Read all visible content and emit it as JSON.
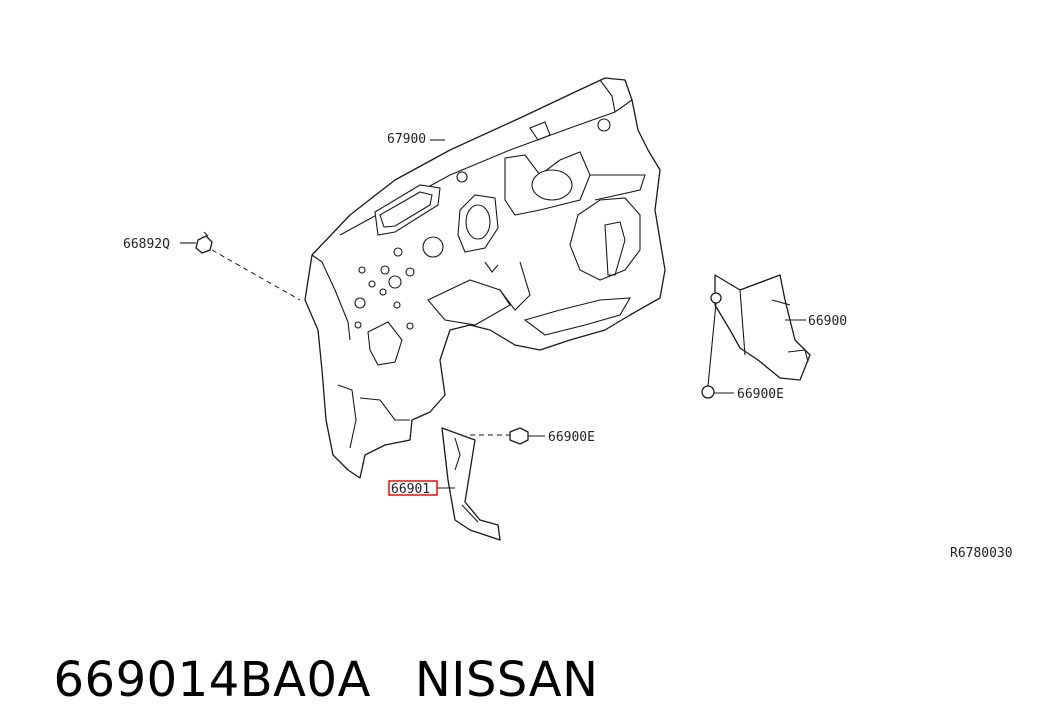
{
  "callouts": {
    "dash_panel": "67900",
    "clip_left": "66892Q",
    "side_trim_right": "66900",
    "clip_right": "66900E",
    "clip_lower": "66900E",
    "side_trim_left": "66901"
  },
  "diagram_ref": "R6780030",
  "caption": {
    "part_number": "669014BA0A",
    "brand": "NISSAN"
  },
  "colors": {
    "highlight": "#e01010",
    "line": "#1a1a1a"
  }
}
